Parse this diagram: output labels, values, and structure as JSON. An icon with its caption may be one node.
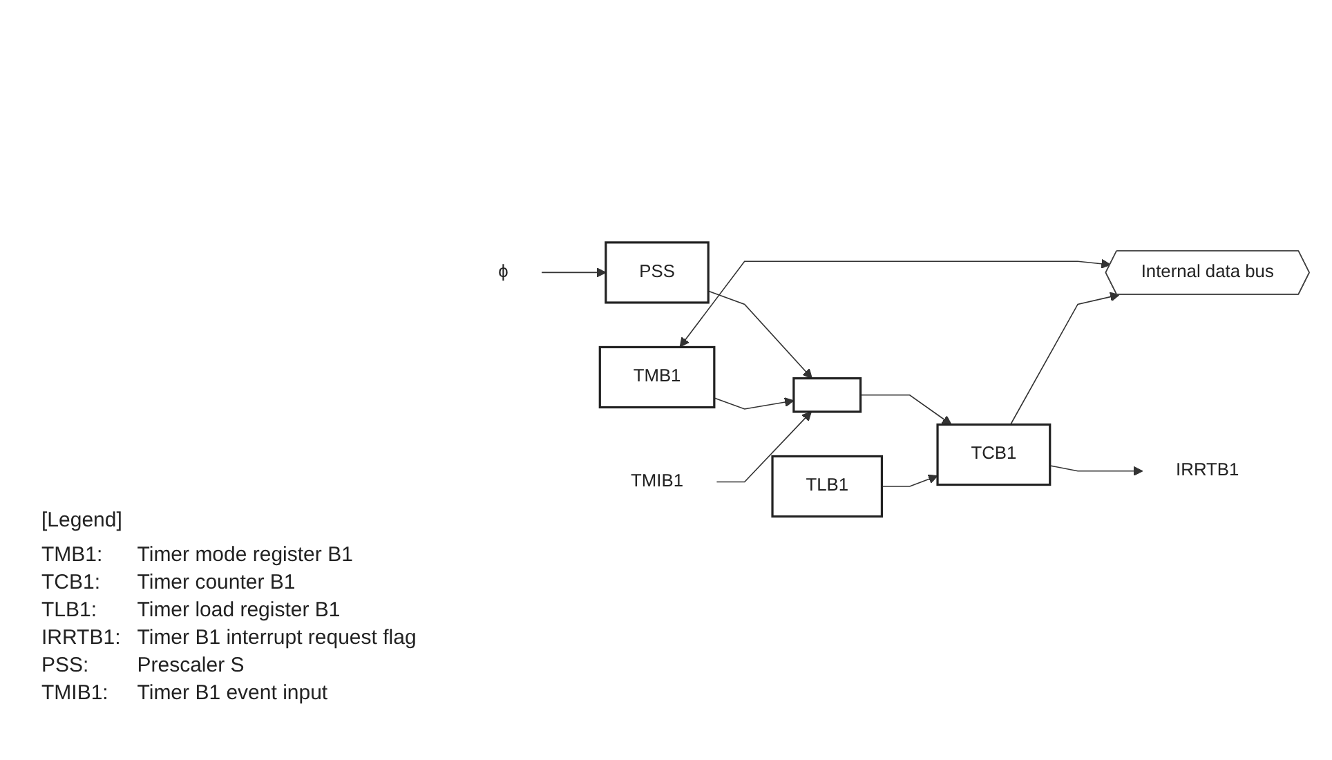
{
  "diagram": {
    "nodes": [
      {
        "text": [
          "ϕ"
        ]
      },
      {
        "text": [
          "PSS"
        ]
      },
      {
        "text": [
          "TMB1"
        ]
      },
      {
        "text": [],
        "shape": "box"
      },
      {
        "text": [
          "TMIB1"
        ]
      },
      {
        "text": [
          "TCB1"
        ]
      },
      {
        "text": [
          "TLB1"
        ]
      },
      {
        "text": [
          "Internal data bus"
        ]
      },
      {
        "text": [
          "IRRTB1"
        ]
      }
    ],
    "edges": [
      {
        "from": 0,
        "to": 1,
        "arrow": "to"
      },
      {
        "from": 1,
        "to": 3,
        "arrow": "to"
      },
      {
        "from": 2,
        "to": 3,
        "arrow": "to"
      },
      {
        "from": 4,
        "to": 3,
        "arrow": "to"
      },
      {
        "from": 3,
        "to": 5,
        "arrow": "to"
      },
      {
        "from": 2,
        "to": 7,
        "arrow": "both"
      },
      {
        "from": 5,
        "to": 7,
        "arrow": "to"
      },
      {
        "from": 6,
        "to": 5,
        "arrow": "to"
      },
      {
        "from": 5,
        "to": 8,
        "arrow": "to"
      }
    ],
    "labels": [
      "[Legend]",
      "TMB1:",
      "Timer mode register B1",
      "TCB1:",
      "Timer counter B1",
      "TLB1:",
      "Timer load register B1",
      "IRRTB1:",
      "Timer B1 interrupt request flag",
      "PSS:",
      "Prescaler S",
      "TMIB1:",
      "Timer B1 event input"
    ]
  }
}
